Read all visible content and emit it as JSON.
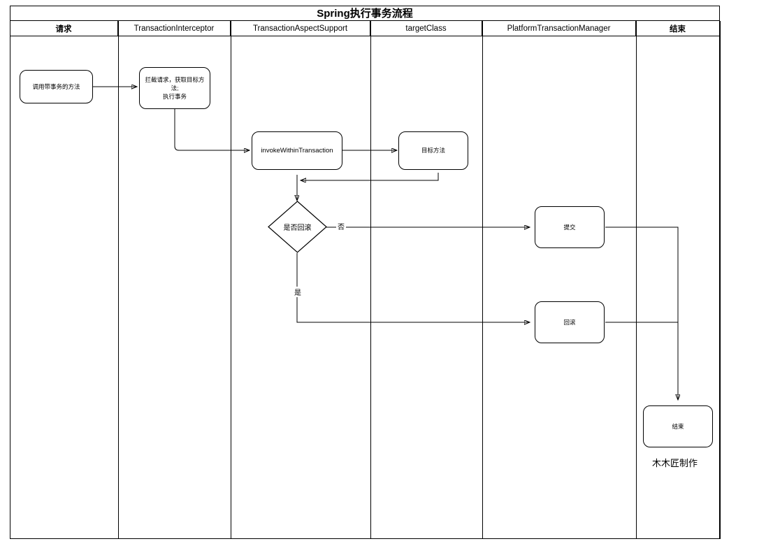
{
  "diagram": {
    "title": "Spring执行事务流程",
    "credit": "木木匠制作",
    "lanes": [
      {
        "id": "lane-request",
        "label": "请求",
        "cjk": true
      },
      {
        "id": "lane-transaction-interceptor",
        "label": "TransactionInterceptor",
        "cjk": false
      },
      {
        "id": "lane-transaction-aspect-support",
        "label": "TransactionAspectSupport",
        "cjk": false
      },
      {
        "id": "lane-target-class",
        "label": "targetClass",
        "cjk": false
      },
      {
        "id": "lane-platform-transaction-manager",
        "label": "PlatformTransactionManager",
        "cjk": false
      },
      {
        "id": "lane-end",
        "label": "结束",
        "cjk": true
      },
      {
        "id": "lane-spare",
        "label": "",
        "cjk": false
      }
    ],
    "nodes": [
      {
        "id": "node-call-transactional-method",
        "label": "调用带事务的方法",
        "lane": "请求"
      },
      {
        "id": "node-intercept-request",
        "label": "拦截请求，获取目标方法;\n执行事务",
        "lane": "TransactionInterceptor"
      },
      {
        "id": "node-invoke-within-transaction",
        "label": "invokeWithinTransaction",
        "lane": "TransactionAspectSupport"
      },
      {
        "id": "node-target-method",
        "label": "目标方法",
        "lane": "targetClass"
      },
      {
        "id": "node-decision-rollback",
        "label": "是否回滚",
        "lane": "TransactionAspectSupport"
      },
      {
        "id": "node-commit",
        "label": "提交",
        "lane": "PlatformTransactionManager"
      },
      {
        "id": "node-rollback",
        "label": "回滚",
        "lane": "PlatformTransactionManager"
      },
      {
        "id": "node-end",
        "label": "结束",
        "lane": "结束"
      }
    ],
    "edge_labels": [
      {
        "id": "edge-label-no",
        "text": "否"
      },
      {
        "id": "edge-label-yes",
        "text": "是"
      }
    ],
    "colors": {
      "stroke": "#000000",
      "background": "#ffffff"
    }
  }
}
